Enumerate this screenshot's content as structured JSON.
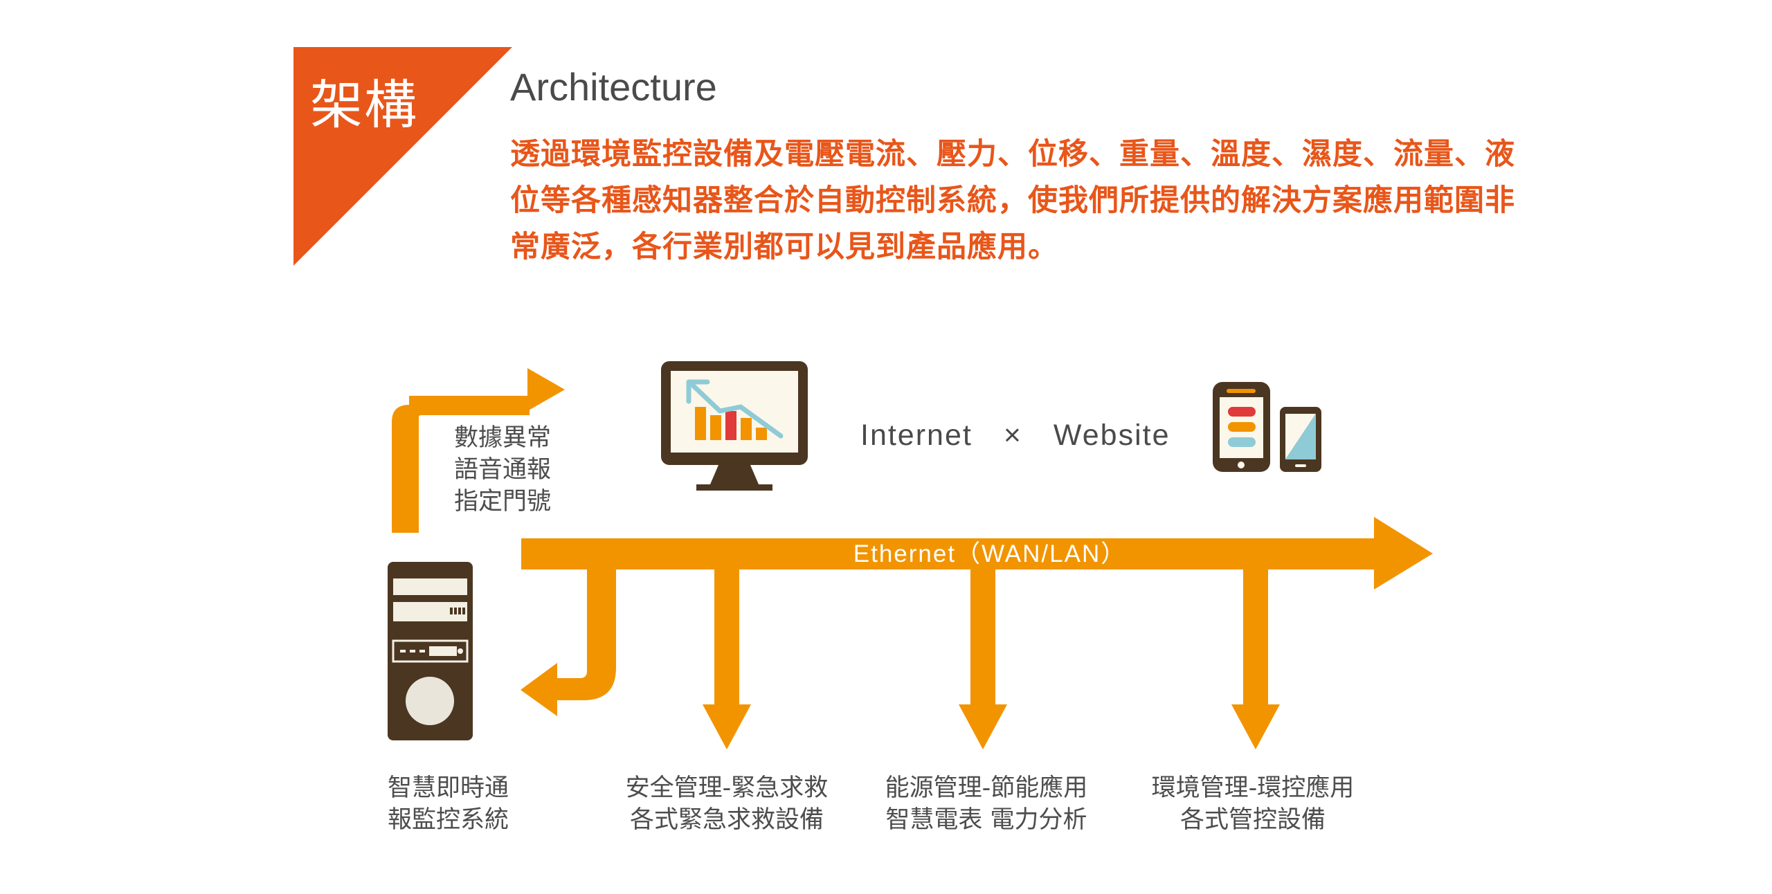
{
  "header": {
    "badge": "架構",
    "title": "Architecture",
    "description": "透過環境監控設備及電壓電流、壓力、位移、重量、溫度、濕度、流量、液位等各種感知器整合於自動控制系統，使我們所提供的解決方案應用範圍非常廣泛，各行業別都可以見到產品應用。"
  },
  "diagram": {
    "voice_alert": [
      "數據異常",
      "語音通報",
      "指定門號"
    ],
    "internet_label": "Internet　×　Website",
    "ethernet_label": "Ethernet（WAN/LAN）",
    "server_label": [
      "智慧即時通",
      "報監控系統"
    ],
    "safety_label": [
      "安全管理-緊急求救",
      "各式緊急求救設備"
    ],
    "energy_label": [
      "能源管理-節能應用",
      "智慧電表 電力分析"
    ],
    "env_label": [
      "環境管理-環控應用",
      "各式管控設備"
    ]
  },
  "colors": {
    "accent_orange": "#e8561a",
    "arrow_orange": "#f29400",
    "dark_brown": "#4b3621",
    "text_gray": "#4d4d4d"
  }
}
